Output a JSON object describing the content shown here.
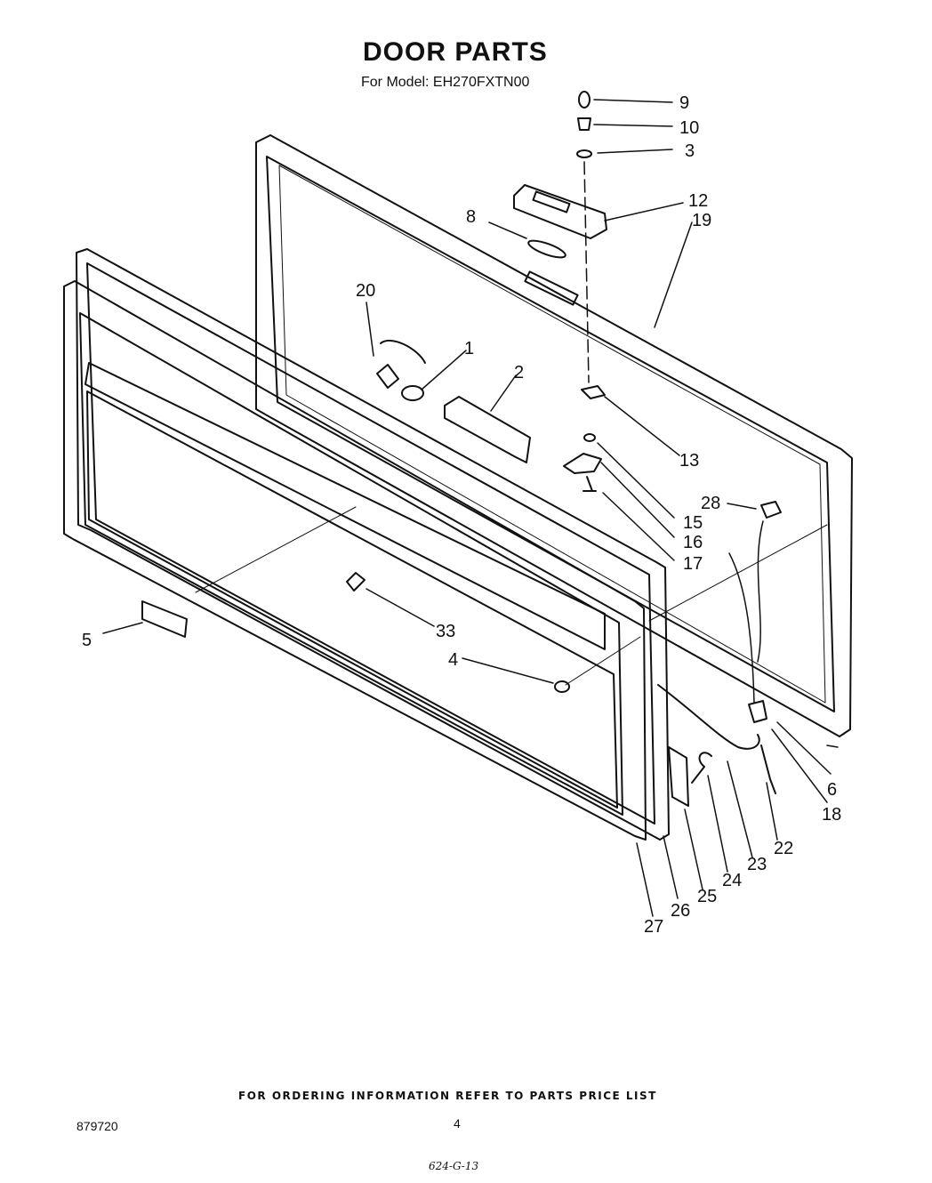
{
  "header": {
    "title": "DOOR PARTS",
    "model": "For Model: EH270FXTN00"
  },
  "callouts": [
    "9",
    "10",
    "3",
    "12",
    "19",
    "8",
    "20",
    "1",
    "2",
    "13",
    "28",
    "15",
    "16",
    "17",
    "5",
    "33",
    "4",
    "6",
    "18",
    "22",
    "23",
    "24",
    "25",
    "26",
    "27"
  ],
  "footer": {
    "ordering_note": "FOR ORDERING INFORMATION REFER TO PARTS PRICE LIST",
    "doc_number": "879720",
    "page_number": "4",
    "handwritten_code": "624-G-13"
  }
}
